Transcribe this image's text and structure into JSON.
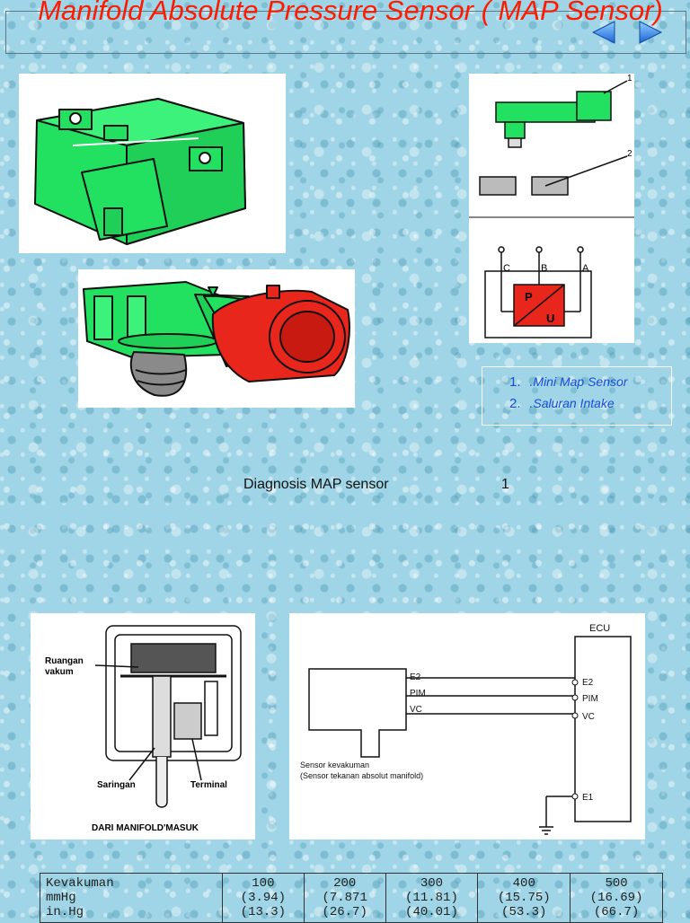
{
  "title": "Manifold Absolute Pressure Sensor ( MAP Sensor)",
  "nav": {
    "prev_icon": "arrow-left-icon",
    "next_icon": "arrow-right-icon"
  },
  "top_right_figure": {
    "callouts": [
      "1",
      "2"
    ],
    "circuit": {
      "pins": [
        "C",
        "B",
        "A"
      ],
      "chip_p": "P",
      "chip_u": "U"
    }
  },
  "legend": [
    {
      "num": "1.",
      "text": ".Mini Map Sensor"
    },
    {
      "num": "2.",
      "text": ".Saluran Intake"
    }
  ],
  "diagnosis": {
    "label": "Diagnosis MAP sensor",
    "page": "1"
  },
  "cutaway": {
    "label_chamber": [
      "Ruangan",
      "vakum"
    ],
    "label_filter": "Saringan",
    "label_terminal": "Terminal",
    "label_bottom": "DARI MANIFOLD'MASUK"
  },
  "wiring": {
    "ecu": "ECU",
    "sensor_pins": [
      "E2",
      "PIM",
      "VC"
    ],
    "ecu_pins": [
      "E2",
      "PIM",
      "VC",
      "E1"
    ],
    "sensor_label": [
      "Sensor kevakuman",
      "(Sensor tekanan absolut manifold)"
    ]
  },
  "table": {
    "row_labels": [
      "Kevakuman",
      "mmHg",
      "in.Hg"
    ],
    "columns": [
      [
        "100",
        "(3.94)",
        "(13.3)"
      ],
      [
        "200",
        "(7.871",
        "(26.7)"
      ],
      [
        "300",
        "(11.81)",
        "(40.01)"
      ],
      [
        "400",
        "(15.75)",
        "(53.3)"
      ],
      [
        "500",
        "(16.69)",
        "(66.7)"
      ]
    ]
  },
  "colors": {
    "title": "#ff1a00",
    "sensor_green": "#22e060",
    "connector_red": "#e8261c",
    "legend_text": "#1a4cd6"
  }
}
